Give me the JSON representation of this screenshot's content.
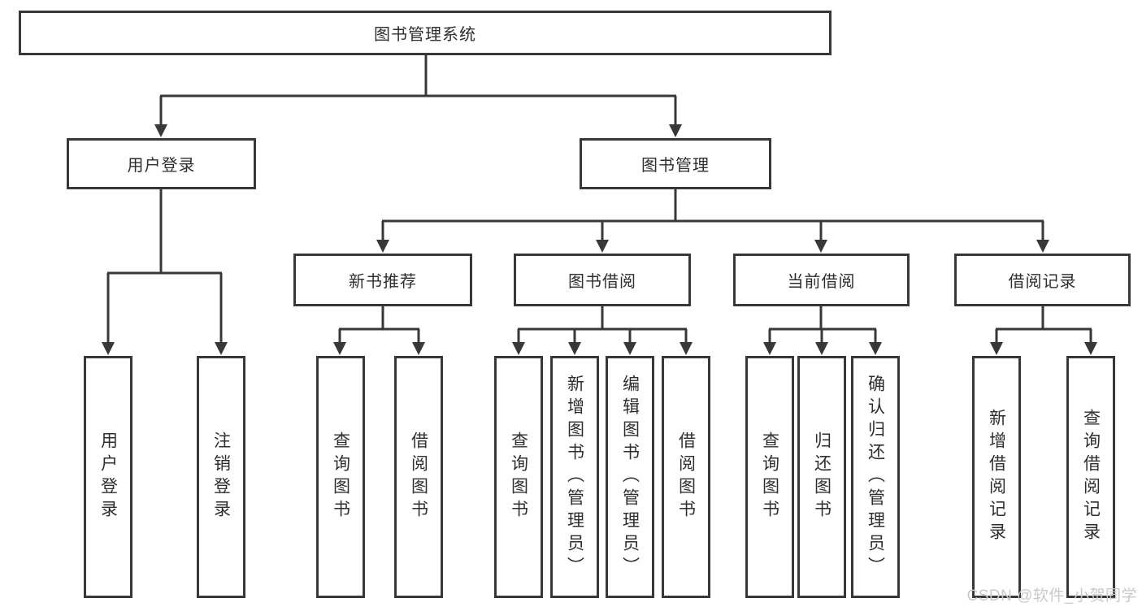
{
  "nodes": {
    "root": {
      "label": "图书管理系统"
    },
    "level2": [
      {
        "id": "user-login",
        "label": "用户登录"
      },
      {
        "id": "book-management",
        "label": "图书管理"
      }
    ],
    "level3": [
      {
        "id": "new-book-recommend",
        "label": "新书推荐"
      },
      {
        "id": "book-borrow",
        "label": "图书借阅"
      },
      {
        "id": "current-borrow",
        "label": "当前借阅"
      },
      {
        "id": "borrow-records",
        "label": "借阅记录"
      }
    ],
    "leaves": [
      {
        "group": "用户登录",
        "label": "用户登录"
      },
      {
        "group": "用户登录",
        "label": "注销登录"
      },
      {
        "group": "新书推荐",
        "label": "查询图书"
      },
      {
        "group": "新书推荐",
        "label": "借阅图书"
      },
      {
        "group": "图书借阅",
        "label": "查询图书"
      },
      {
        "group": "图书借阅",
        "label": "新增图书（管理员）"
      },
      {
        "group": "图书借阅",
        "label": "编辑图书（管理员）"
      },
      {
        "group": "图书借阅",
        "label": "借阅图书"
      },
      {
        "group": "当前借阅",
        "label": "查询图书"
      },
      {
        "group": "当前借阅",
        "label": "归还图书"
      },
      {
        "group": "当前借阅",
        "label": "确认归还（管理员）"
      },
      {
        "group": "借阅记录",
        "label": "新增借阅记录"
      },
      {
        "group": "借阅记录",
        "label": "查询借阅记录"
      }
    ]
  },
  "watermark": {
    "text": "CSDN @软件_小贺同学"
  },
  "colors": {
    "line": "#383838",
    "box_background": "#ffffff",
    "text": "#2e2e2e",
    "watermark": "#c9c9c9"
  }
}
